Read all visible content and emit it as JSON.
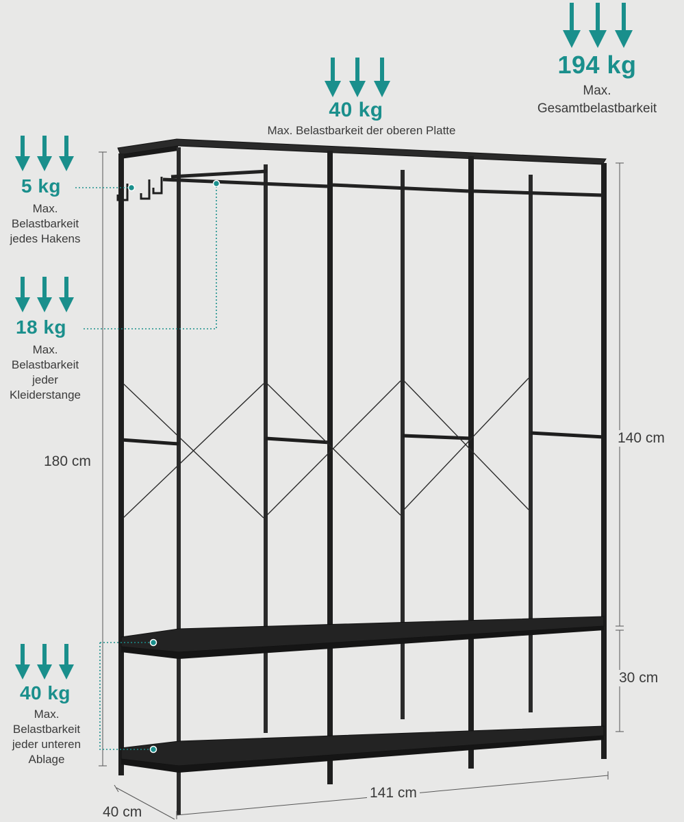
{
  "colors": {
    "accent": "#1a8f8c",
    "frame": "#1e1e1e",
    "background": "#e8e8e7",
    "text": "#3a3a3a"
  },
  "icons": {
    "load_arrow": "down-arrow-icon"
  },
  "labels": {
    "total": {
      "value": "194 kg",
      "line1": "Max.",
      "line2": "Gesamtbelastbarkeit"
    },
    "top_plate": {
      "value": "40 kg",
      "text": "Max. Belastbarkeit der oberen Platte"
    },
    "hook": {
      "value": "5 kg",
      "line1": "Max.",
      "line2": "Belastbarkeit",
      "line3": "jedes Hakens"
    },
    "rod": {
      "value": "18 kg",
      "line1": "Max.",
      "line2": "Belastbarkeit",
      "line3": "jeder",
      "line4": "Kleiderstange"
    },
    "lower_shelf": {
      "value": "40 kg",
      "line1": "Max.",
      "line2": "Belastbarkeit",
      "line3": "jeder unteren",
      "line4": "Ablage"
    }
  },
  "dimensions": {
    "height_total": "180 cm",
    "height_upper": "140 cm",
    "height_lower": "30 cm",
    "width": "141 cm",
    "depth": "40 cm"
  }
}
